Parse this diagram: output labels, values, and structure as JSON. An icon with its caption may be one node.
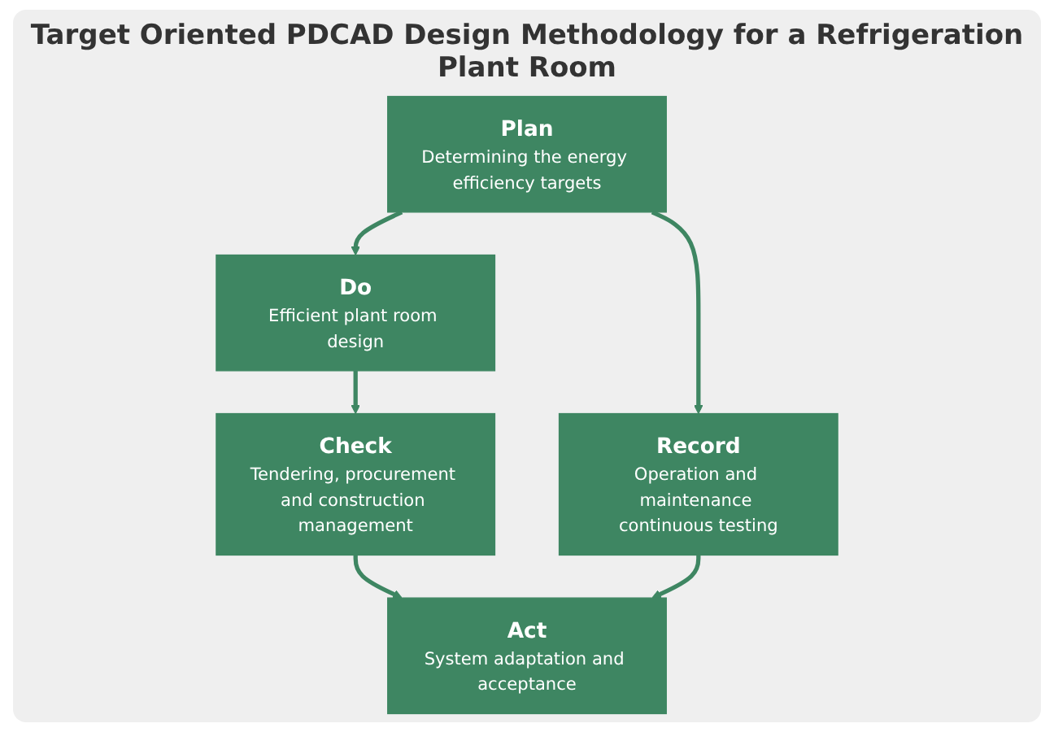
{
  "diagram": {
    "title": "Target Oriented PDCAD Design Methodology for a Refrigeration Plant Room",
    "nodes": [
      {
        "text": [
          "Plan",
          "Determining the energy efficiency targets"
        ]
      },
      {
        "text": [
          "Do",
          "Efficient plant room design"
        ]
      },
      {
        "text": [
          "Check",
          "Tendering, procurement and construction management"
        ]
      },
      {
        "text": [
          "Act",
          "System adaptation and acceptance"
        ]
      },
      {
        "text": [
          "Record",
          "Operation and maintenance continuous testing"
        ]
      }
    ],
    "edges": [
      {
        "from": 0,
        "to": 1,
        "arrow": "to"
      },
      {
        "from": 1,
        "to": 2,
        "arrow": "to"
      },
      {
        "from": 2,
        "to": 3,
        "arrow": "to"
      },
      {
        "from": 4,
        "to": 3,
        "arrow": "to"
      },
      {
        "from": 0,
        "to": 4,
        "arrow": "to"
      }
    ]
  }
}
